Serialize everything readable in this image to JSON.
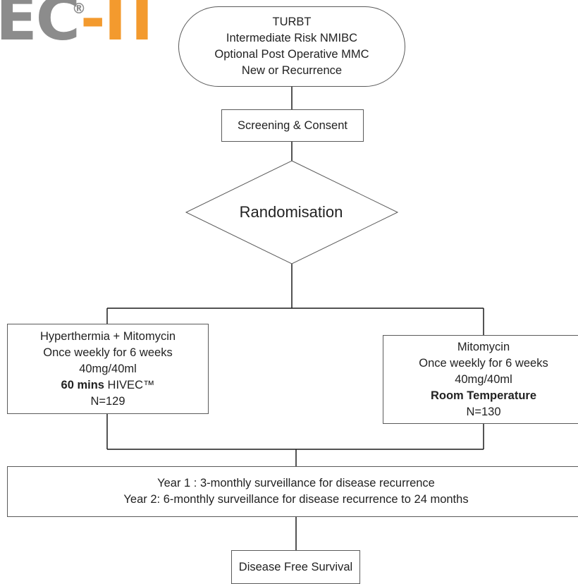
{
  "logo": {
    "ec": "EC",
    "dash": "-",
    "roman": "II",
    "registered": "®"
  },
  "start": {
    "lines": [
      "TURBT",
      "Intermediate Risk NMIBC",
      "Optional Post Operative MMC",
      "New or Recurrence"
    ]
  },
  "screening": {
    "label": "Screening & Consent"
  },
  "randomisation": {
    "label": "Randomisation"
  },
  "arm_a": {
    "line1": "Hyperthermia + Mitomycin",
    "line2": "Once weekly for 6 weeks",
    "line3": "40mg/40ml",
    "line4_bold": "60 mins",
    "line4_rest": " HIVEC™",
    "line5": "N=129"
  },
  "arm_b": {
    "line1": "Mitomycin",
    "line2": "Once weekly for 6 weeks",
    "line3": "40mg/40ml",
    "line4_bold": "Room Temperature",
    "line5": "N=130"
  },
  "surveillance": {
    "line1": "Year 1 : 3-monthly surveillance for disease recurrence",
    "line2": "Year 2: 6-monthly surveillance for disease recurrence to 24 months"
  },
  "outcome": {
    "label": "Disease Free Survival"
  }
}
